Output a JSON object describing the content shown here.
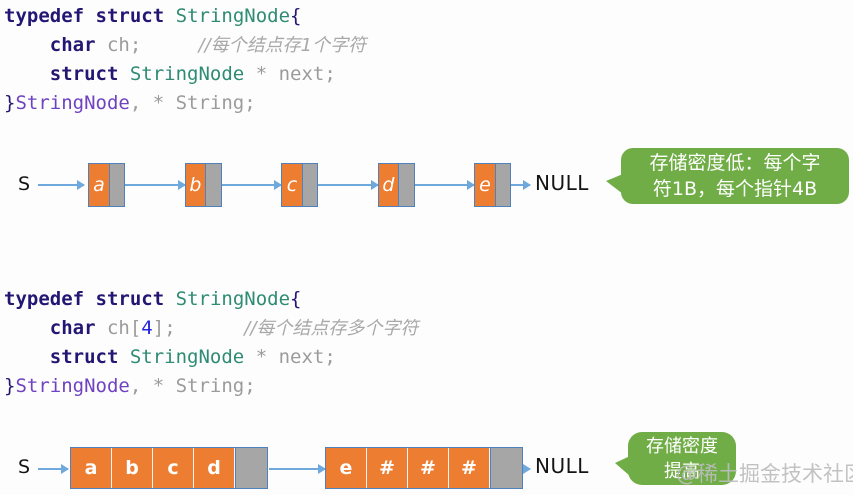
{
  "background_color": "#fdfdfd",
  "palette": {
    "keyword": "#241773",
    "type_name": "#2e8b74",
    "typedef_name": "#6f42c1",
    "plain_code": "#9b9b9b",
    "number_literal": "#2323dd",
    "comment": "#a8a8a8",
    "node_data_fill": "#ed7d31",
    "node_pointer_fill": "#a6a6a6",
    "node_border": "#4f81bd",
    "arrow": "#6fa8dc",
    "callout_fill": "#70ad47",
    "callout_text": "#ffffff",
    "watermark": "#bdbdbd"
  },
  "code_block_1": {
    "lines": [
      {
        "tokens": [
          {
            "text": "typedef",
            "style": "kw"
          },
          {
            "text": " ",
            "style": "plain"
          },
          {
            "text": "struct",
            "style": "kw"
          },
          {
            "text": " ",
            "style": "plain"
          },
          {
            "text": "StringNode",
            "style": "type"
          },
          {
            "text": "{",
            "style": "brace"
          }
        ]
      },
      {
        "tokens": [
          {
            "text": "    ",
            "style": "plain"
          },
          {
            "text": "char",
            "style": "kw"
          },
          {
            "text": " ch;",
            "style": "plain"
          },
          {
            "text": "     ",
            "style": "plain"
          },
          {
            "text": "//每个结点存1个字符",
            "style": "comment"
          }
        ]
      },
      {
        "tokens": [
          {
            "text": "    ",
            "style": "plain"
          },
          {
            "text": "struct",
            "style": "kw"
          },
          {
            "text": " ",
            "style": "plain"
          },
          {
            "text": "StringNode",
            "style": "type"
          },
          {
            "text": " * next;",
            "style": "plain"
          }
        ]
      },
      {
        "tokens": [
          {
            "text": "}",
            "style": "brace"
          },
          {
            "text": "StringNode",
            "style": "typedefname"
          },
          {
            "text": ", * ",
            "style": "plain"
          },
          {
            "text": "String",
            "style": "plain"
          },
          {
            "text": ";",
            "style": "plain"
          }
        ]
      }
    ]
  },
  "code_block_2": {
    "lines": [
      {
        "tokens": [
          {
            "text": "typedef",
            "style": "kw"
          },
          {
            "text": " ",
            "style": "plain"
          },
          {
            "text": "struct",
            "style": "kw"
          },
          {
            "text": " ",
            "style": "plain"
          },
          {
            "text": "StringNode",
            "style": "type"
          },
          {
            "text": "{",
            "style": "brace"
          }
        ]
      },
      {
        "tokens": [
          {
            "text": "    ",
            "style": "plain"
          },
          {
            "text": "char",
            "style": "kw"
          },
          {
            "text": " ch[",
            "style": "plain"
          },
          {
            "text": "4",
            "style": "num"
          },
          {
            "text": "];",
            "style": "plain"
          },
          {
            "text": "      ",
            "style": "plain"
          },
          {
            "text": "//每个结点存多个字符",
            "style": "comment"
          }
        ]
      },
      {
        "tokens": [
          {
            "text": "    ",
            "style": "plain"
          },
          {
            "text": "struct",
            "style": "kw"
          },
          {
            "text": " ",
            "style": "plain"
          },
          {
            "text": "StringNode",
            "style": "type"
          },
          {
            "text": " * next;",
            "style": "plain"
          }
        ]
      },
      {
        "tokens": [
          {
            "text": "}",
            "style": "brace"
          },
          {
            "text": "StringNode",
            "style": "typedefname"
          },
          {
            "text": ", * ",
            "style": "plain"
          },
          {
            "text": "String",
            "style": "plain"
          },
          {
            "text": ";",
            "style": "plain"
          }
        ]
      }
    ]
  },
  "diagram_1": {
    "head_label": "S",
    "null_label": "NULL",
    "nodes": [
      {
        "data": [
          "a"
        ],
        "has_pointer": true
      },
      {
        "data": [
          "b"
        ],
        "has_pointer": true
      },
      {
        "data": [
          "c"
        ],
        "has_pointer": true
      },
      {
        "data": [
          "d"
        ],
        "has_pointer": true
      },
      {
        "data": [
          "e"
        ],
        "has_pointer": true
      }
    ]
  },
  "diagram_2": {
    "head_label": "S",
    "null_label": "NULL",
    "nodes": [
      {
        "data": [
          "a",
          "b",
          "c",
          "d"
        ],
        "has_pointer": true
      },
      {
        "data": [
          "e",
          "#",
          "#",
          "#"
        ],
        "has_pointer": true
      }
    ]
  },
  "callout_1": {
    "lines": [
      "存储密度低：每个字",
      "符1B，每个指针4B"
    ]
  },
  "callout_2": {
    "lines": [
      "存储密度",
      "提高"
    ]
  },
  "watermark": {
    "text": "@稀土掘金技术社区"
  }
}
